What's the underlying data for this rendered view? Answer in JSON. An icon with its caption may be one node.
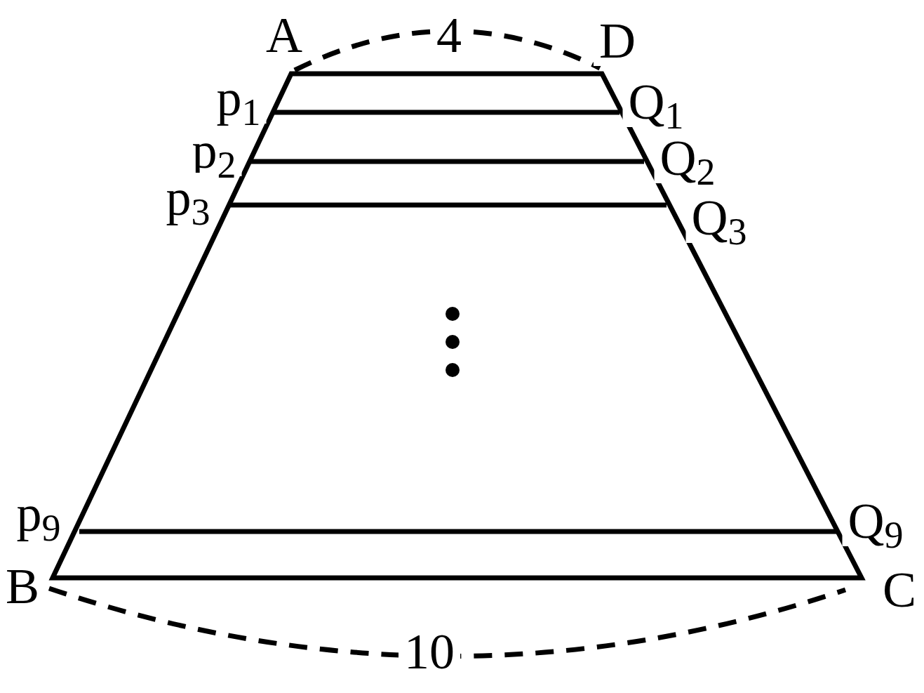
{
  "diagram": {
    "labels": [
      "A",
      "4",
      "D",
      "p$_{1}$",
      "Q$_{1}$",
      "p$_{2}$",
      "Q$_{2}$",
      "p$_{3}$",
      "Q$_{3}$",
      "p$_{9}$",
      "Q$_{9}$",
      "B",
      "C",
      "10"
    ]
  }
}
